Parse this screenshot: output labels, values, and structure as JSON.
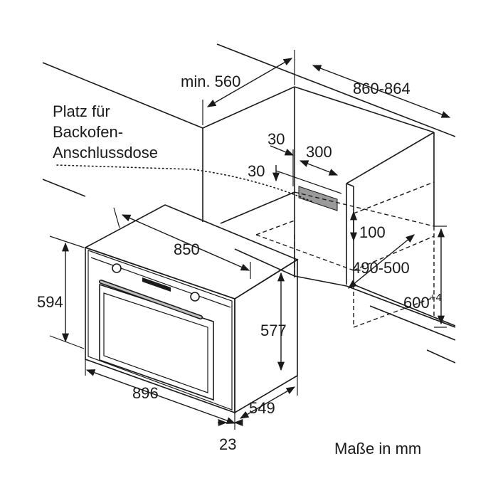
{
  "labels": {
    "min_width": "min. 560",
    "niche_width": "860-864",
    "socket_line1": "Platz für",
    "socket_line2": "Backofen-",
    "socket_line3": "Anschlussdose",
    "socket_offset_top": "30",
    "socket_offset_side": "30",
    "socket_length": "300",
    "socket_height": "100",
    "niche_depth": "490-500",
    "niche_height": "600",
    "niche_height_tol": "+4",
    "oven_width_inner": "850",
    "oven_height": "594",
    "oven_height_inner": "577",
    "oven_width": "896",
    "oven_depth": "549",
    "front_thickness": "23",
    "units": "Maße in mm"
  }
}
